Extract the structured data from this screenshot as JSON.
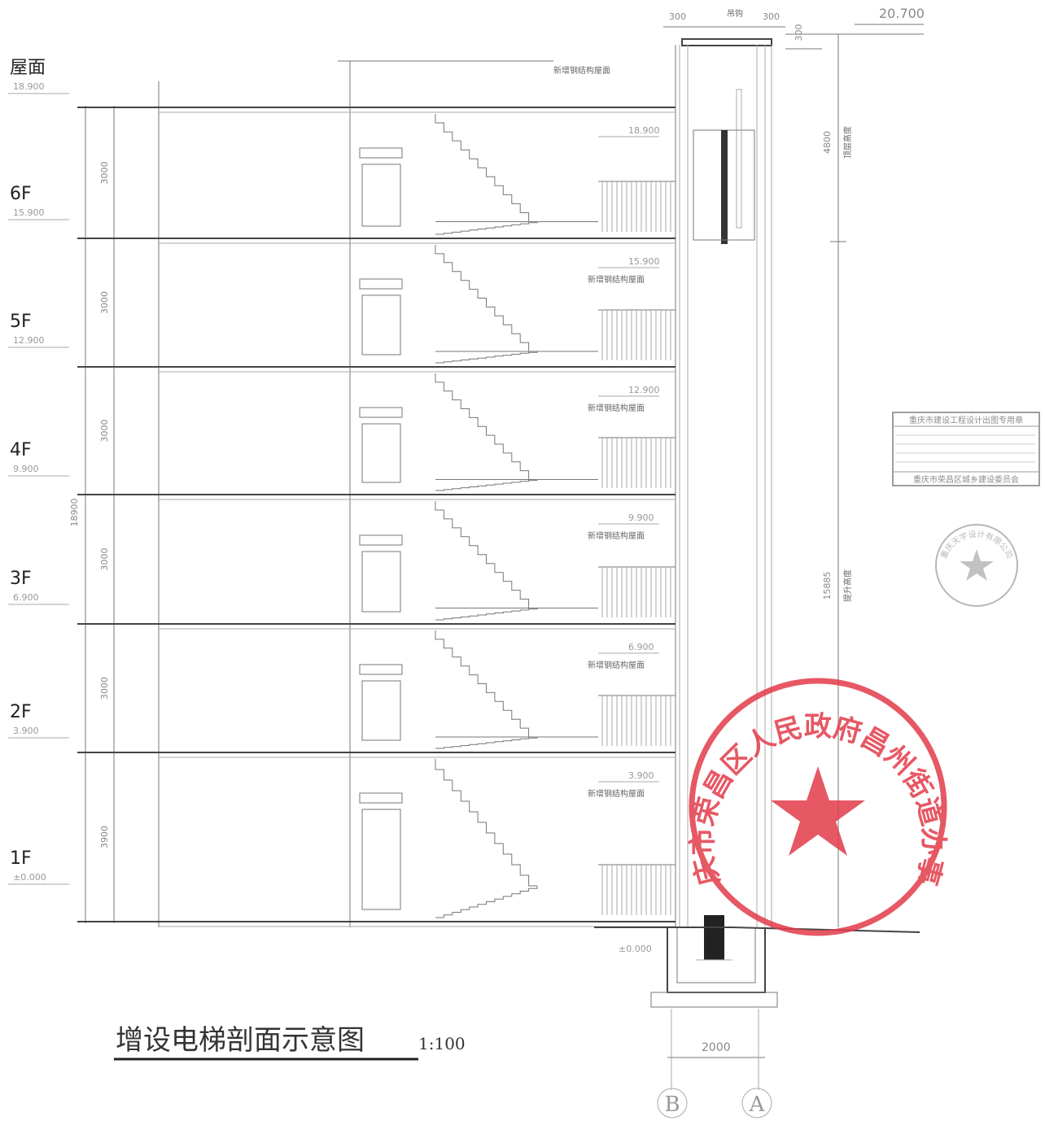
{
  "title": "增设电梯剖面示意图",
  "scale": "1:100",
  "floors": [
    {
      "label": "屋面",
      "elevation": "18.900"
    },
    {
      "label": "6F",
      "elevation": "15.900"
    },
    {
      "label": "5F",
      "elevation": "12.900"
    },
    {
      "label": "4F",
      "elevation": "9.900"
    },
    {
      "label": "3F",
      "elevation": "6.900"
    },
    {
      "label": "2F",
      "elevation": "3.900"
    },
    {
      "label": "1F",
      "elevation": "±0.000"
    }
  ],
  "floor_dims": [
    "3000",
    "3000",
    "3000",
    "3000",
    "3000",
    "3900"
  ],
  "total_height_dim": "18900",
  "right_elevations": [
    "18.900",
    "15.900",
    "12.900",
    "9.900",
    "6.900",
    "3.900",
    "±0.000"
  ],
  "annotation_note": "新增钢结构屋面",
  "top": {
    "dim_left": "300",
    "dim_right": "300",
    "mid_label": "吊钩",
    "dim_side": "300",
    "elevation": "20.700"
  },
  "shaft": {
    "overrun_dim": "4800",
    "overrun_label": "顶层高度",
    "travel_dim": "15885",
    "travel_label": "提升高度"
  },
  "pit_width_dim": "2000",
  "axes": [
    "B",
    "A"
  ],
  "stamp": {
    "text": "重庆市荣昌区人民政府昌州街道办事处",
    "color": "#e23b4a"
  },
  "small_seal": {
    "text": "重庆天宇设计有限公司"
  },
  "approval_box": {
    "lines": [
      "重庆市建设工程设计出图专用章",
      "重庆市荣昌区城乡建设委员会"
    ]
  }
}
